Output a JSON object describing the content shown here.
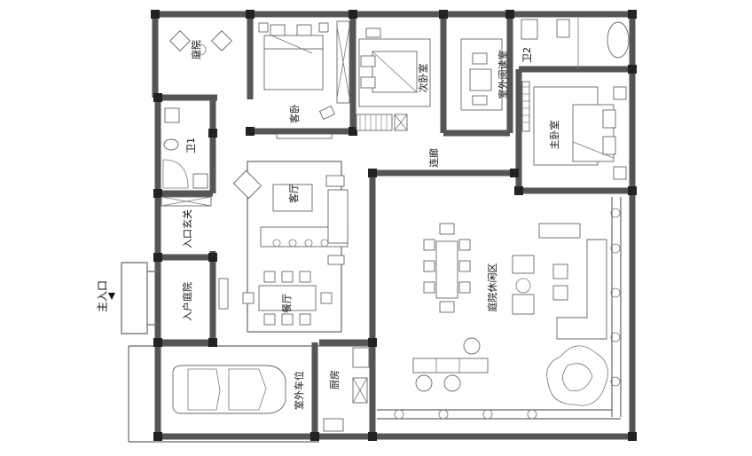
{
  "rooms": {
    "courtyard": "庭院",
    "guest_bedroom": "客卧",
    "second_bedroom": "次卧室",
    "outdoor_reading": "室外阅读室",
    "bath2": "卫2",
    "master_bedroom": "主卧室",
    "bath1": "卫1",
    "corridor": "连廊",
    "living_room": "客厅",
    "entry_hall": "入口玄关",
    "entry_courtyard": "入户庭院",
    "dining_room": "餐厅",
    "courtyard_lounge": "庭院休闲区",
    "kitchen": "厨房",
    "outdoor_parking": "室外车位"
  },
  "entrance": {
    "label": "主入口"
  }
}
